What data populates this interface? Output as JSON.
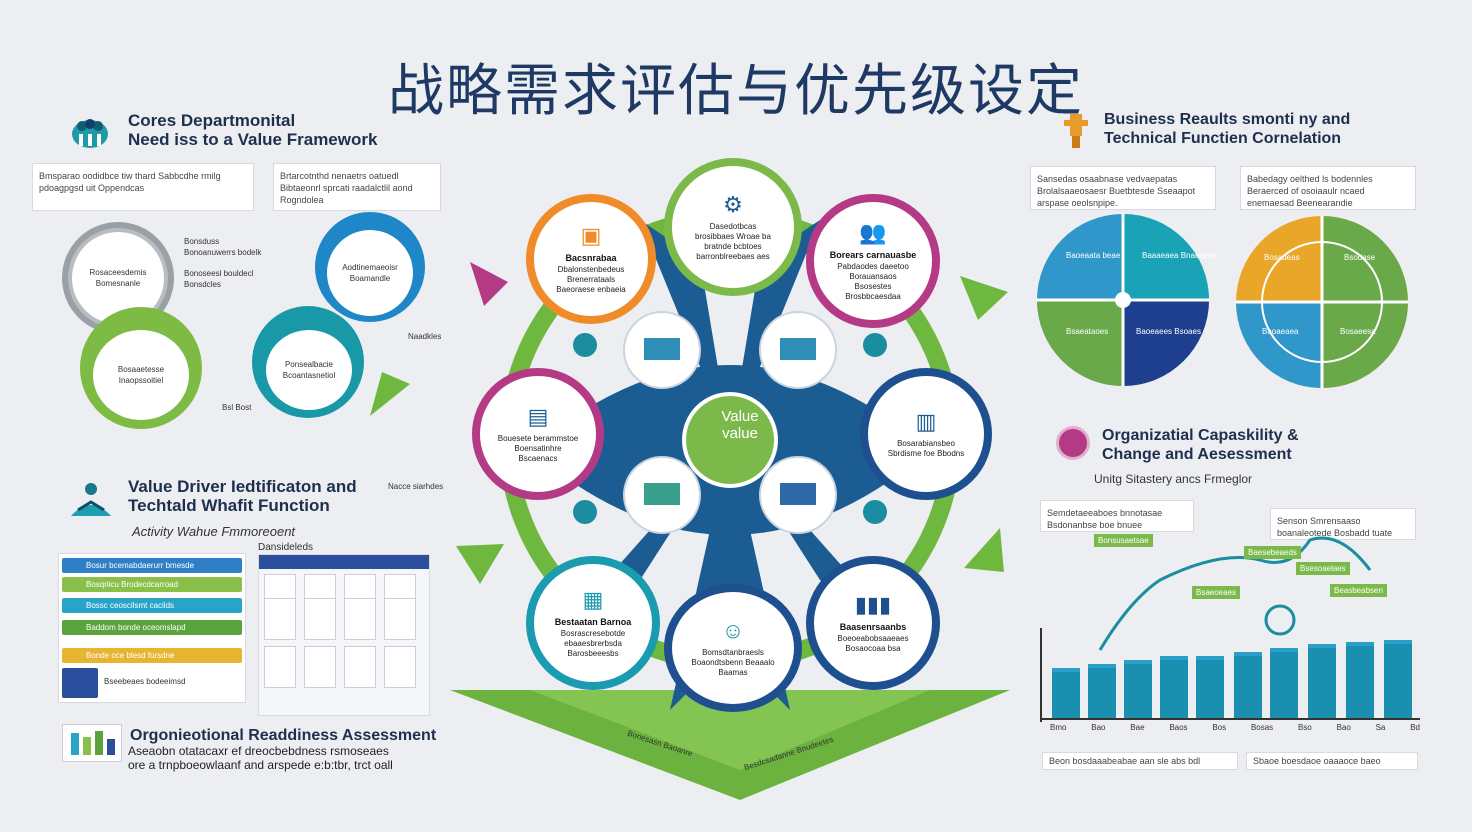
{
  "title": "战略需求评估与优先级设定",
  "top_left": {
    "heading": "Cores Departmonital\nNeed iss to a Value Framework",
    "note1": "Bmsparao oodidbce tiw thard Sabbcdhe rmilg pdoagpgsd uit Oppendcas",
    "note2": "Brtarcotnthd nenaetrs oatuedl Bibtaeonrl sprcati raadalctlil aond Rogndolea",
    "list_labels": [
      "Bonsduss",
      "Bonoanuwerrs bodelk",
      "Bonoseesl bouldecl",
      "Bonsdcles"
    ],
    "circle1_text": "Rosaceesdemis Bomesnanle",
    "circle2_text": "Aodtinemaeoisr Boamandle",
    "circle3_text": "Bosaaetesse Inaopssoitiel",
    "circle4_text": "Ponsealbacie Bcoantasnetiol",
    "side_label": "Naadkles",
    "low_label": "Bsl Bost"
  },
  "mid_left": {
    "heading": "Value Driver Iedtificaton and\nTechtald Whafit Function",
    "note": "Nacce siarhdes",
    "subheading": "Activity Wahue Fmmoreoent",
    "tag": "Dansideleds",
    "rows": [
      {
        "label": "Bosur bcemabdaerurr bmesde",
        "color": "#2f7fc7"
      },
      {
        "label": "Bosqriicu Brodecdcarroad",
        "color": "#89c04a"
      },
      {
        "label": "Bossc ceoscilsmt cacilds",
        "color": "#2aa3c9"
      },
      {
        "label": "Baddom bonde oceomslapd",
        "color": "#5ba33c"
      },
      {
        "label": "Bonde oce blesd forsdne",
        "color": "#e8b533"
      },
      {
        "label": "Bseebeaes bodeeimsd",
        "color": "#2b4f9c"
      }
    ]
  },
  "bottom_left": {
    "heading": "Orgonieotional Readdiness Assessment",
    "body": "Aseaobn otatacaxr ef dreocbebdness rsmoseaes\nore a  trnpboeowlaanf and arspede e:b:tbr, trct oall"
  },
  "center": {
    "hub_line1": "Value",
    "hub_line2": "value",
    "nodes": [
      {
        "head": "",
        "text": "Dasedotbcas brosibbaes Wroae ba bratnde bcbtoes barronblreebaes aes"
      },
      {
        "head": "Bacsnrabaa",
        "text": "Dbalonstenbedeus Brenerrataals Baeoraese enbaeia"
      },
      {
        "head": "Borears carnauasbe",
        "text": "Pabdaodes daeetoo Borauansaos Bsosestes Brosbbcaesdaa"
      },
      {
        "head": "",
        "text": "Bouesete berammstoe Boensatinhre Bscaenacs"
      },
      {
        "head": "",
        "text": "Bosarabiansbeo Sbrdisme foe Bbodns"
      },
      {
        "head": "",
        "text": "Bomsdtanbraesls Boaondtsbenn Beaaalo Baamas"
      },
      {
        "head": "Bestaatan Barnoa",
        "text": "Bosrascresebotde ebaaesbrerbsda Barosbeeesbs"
      },
      {
        "head": "Baasenrsaanbs",
        "text": "Boeoeabobsaaeaes Bosaocoaa bsa"
      }
    ],
    "ground_left": "Bonesasn Baoanre",
    "ground_right": "Besdcsadanne Bnudeetes"
  },
  "top_right": {
    "heading": "Business Reaults smonti ny and\nTechnical Functien Cornelation",
    "note1": "Sansedas osaabnase vedvaepatas Brolalsaaeosaesr Buetbtesde Sseaapot arspase oeolsnpipe.",
    "note2": "Babedagy oelthed ls bodennles Beraerced of osoiaaulr ncaed enemaesad Beenearandie",
    "wheel1_labels": [
      "Baoeaata beae",
      "Baaaeaea Bnaeaebe",
      "Bsaeataoes",
      "Baoeaees Bsoaes"
    ],
    "wheel2_labels": [
      "Bosadeas",
      "Bsodase",
      "Baoaeaea",
      "Bosaeesa"
    ]
  },
  "mid_right": {
    "heading": "Organizatial Capaskility &\nChange and Aesessment",
    "subheading": "Unitg Sitastery ancs Frmeglor"
  },
  "bottom_right": {
    "note_left": "Semdetaeeaboes bnnotasae Bsdonanbse boe bnuee",
    "note_right": "Senson Smrensaaso boanaleotede Bosbadd tuate",
    "callouts": [
      "Bonsusaetsae",
      "Baesebeaeds",
      "Bsesoaelaes",
      "Bsaeoeaes",
      "Beasbeabsen"
    ],
    "axis_labels": [
      "Bmo",
      "Bao",
      "Bae",
      "Baos",
      "Bos",
      "Bosas",
      "Bso",
      "Bao",
      "Sa",
      "Bd"
    ],
    "footer_left": "Beon bosdaaabeabae aan sle abs bdl",
    "footer_right": "Sbaoe boesdaoe oaaaoce baeo"
  }
}
